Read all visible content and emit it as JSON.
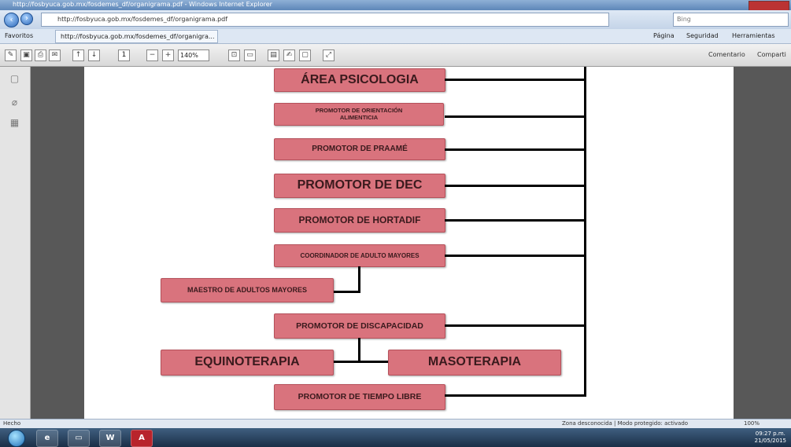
{
  "window": {
    "title": "http://fosbyuca.gob.mx/fosdemes_df/organigrama.pdf - Windows Internet Explorer"
  },
  "address": {
    "url": "http://fosbyuca.gob.mx/fosdemes_df/organigrama.pdf",
    "search_placeholder": "Bing"
  },
  "favorites": {
    "label": "Favoritos",
    "tab_label": "http://fosbyuca.gob.mx/fosdemes_df/organigra...",
    "page_menu": "Página",
    "security_menu": "Seguridad",
    "tools_menu": "Herramientas"
  },
  "pdf_toolbar": {
    "page_number": "1",
    "zoom": "140%",
    "comment_label": "Comentario",
    "share_label": "Comparti"
  },
  "org_chart": {
    "top_box": "ÁREA PSICOLOGIA",
    "nutrition_box": "PROMOTOR DE ORIENTACIÓN ALIMENTICIA",
    "praame_box": "PROMOTOR DE PRAAMÉ",
    "dec_box": "PROMOTOR DE DEC",
    "hortadif_box": "PROMOTOR DE HORTADIF",
    "elderly_coord_box": "COORDINADOR DE ADULTO MAYORES",
    "elderly_teacher_box": "MAESTRO DE ADULTOS MAYORES",
    "disability_box": "PROMOTOR DE DISCAPACIDAD",
    "equino_box": "EQUINOTERAPIA",
    "maso_box": "MASOTERAPIA",
    "freetime_box": "PROMOTOR DE TIEMPO LIBRE"
  },
  "status": {
    "left_text": "Hecho",
    "zone_text": "Zona desconocida | Modo protegido: activado",
    "zoom_text": "100%"
  },
  "taskbar": {
    "time": "09:27 p.m.",
    "date": "21/05/2015"
  },
  "colors": {
    "box_fill": "#d9737d",
    "box_border": "#b5505a",
    "connector": "#000000"
  }
}
